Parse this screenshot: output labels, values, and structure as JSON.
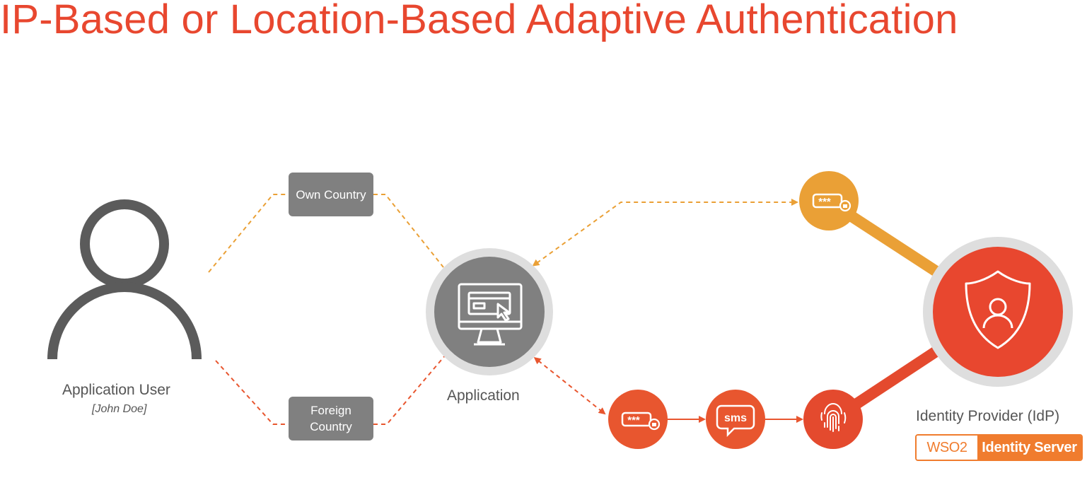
{
  "title": "IP-Based or Location-Based Adaptive Authentication",
  "nodes": {
    "user_label": "Application User",
    "user_sublabel": "[John Doe]",
    "own_country": "Own Country",
    "foreign_country": "Foreign Country",
    "application_label": "Application",
    "idp_label": "Identity Provider (IdP)",
    "sms_text": "sms",
    "password_mask": "***"
  },
  "badge": {
    "brand": "WSO2",
    "product": "Identity Server"
  },
  "icons": {
    "user": "person-outline-icon",
    "application": "monitor-cursor-icon",
    "idp": "shield-user-icon",
    "password": "password-lock-icon",
    "sms": "sms-bubble-icon",
    "fingerprint": "fingerprint-icon"
  },
  "colors": {
    "title": "#e8472f",
    "yellow_path": "#eaa036",
    "orange_path": "#e8562f",
    "red_path": "#e44a2e",
    "gray": "#808080",
    "dark_gray": "#5b5b5b",
    "ring": "#dedede",
    "wso2": "#f07c2e"
  }
}
